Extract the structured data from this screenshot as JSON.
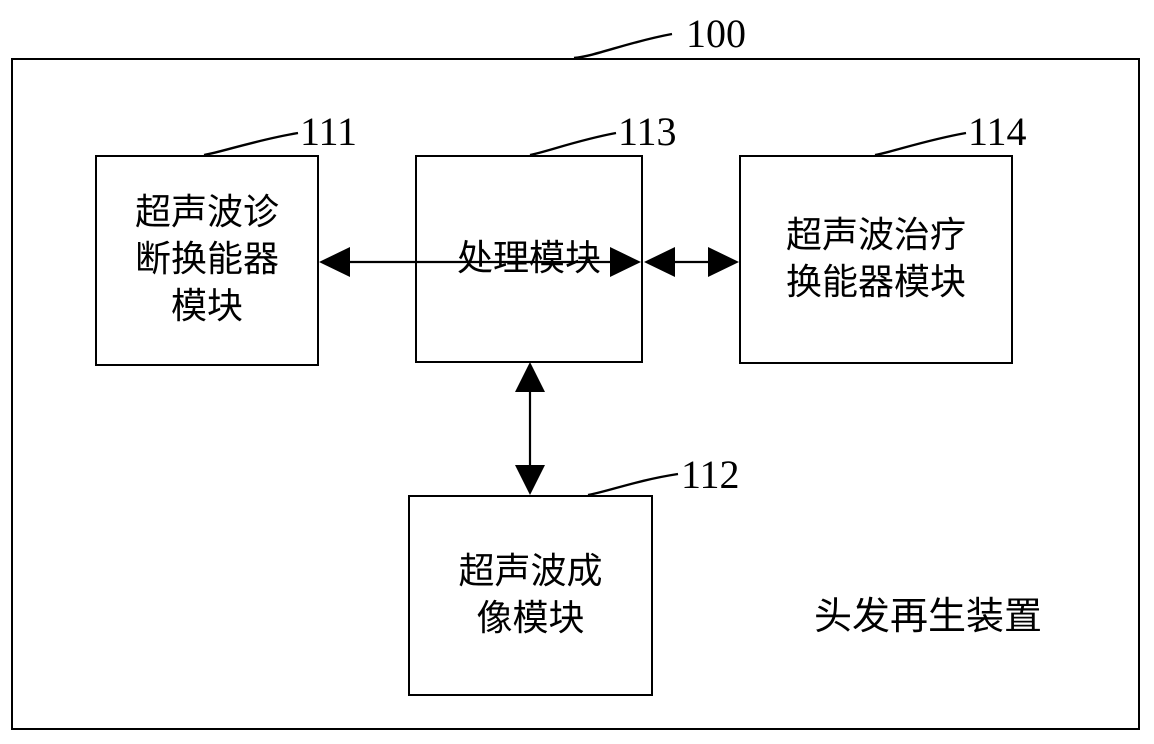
{
  "figure": {
    "device_reference": "100",
    "device_caption": "头发再生装置",
    "outer_frame_name": "hair-regeneration-device-frame"
  },
  "modules": [
    {
      "ref": "111",
      "label": "超声波诊\n断换能器\n模块",
      "name": "ultrasound-diagnostic-transducer-module"
    },
    {
      "ref": "113",
      "label": "处理模块",
      "name": "processing-module"
    },
    {
      "ref": "114",
      "label": "超声波治疗\n换能器模块",
      "name": "ultrasound-therapy-transducer-module"
    },
    {
      "ref": "112",
      "label": "超声波成\n像模块",
      "name": "ultrasound-imaging-module"
    }
  ],
  "connections": [
    {
      "from": "111",
      "to": "113",
      "type": "bidirectional",
      "orientation": "horizontal"
    },
    {
      "from": "113",
      "to": "114",
      "type": "bidirectional",
      "orientation": "horizontal"
    },
    {
      "from": "113",
      "to": "112",
      "type": "bidirectional",
      "orientation": "vertical"
    }
  ],
  "style": {
    "line_color": "#000000",
    "background_color": "#ffffff"
  }
}
